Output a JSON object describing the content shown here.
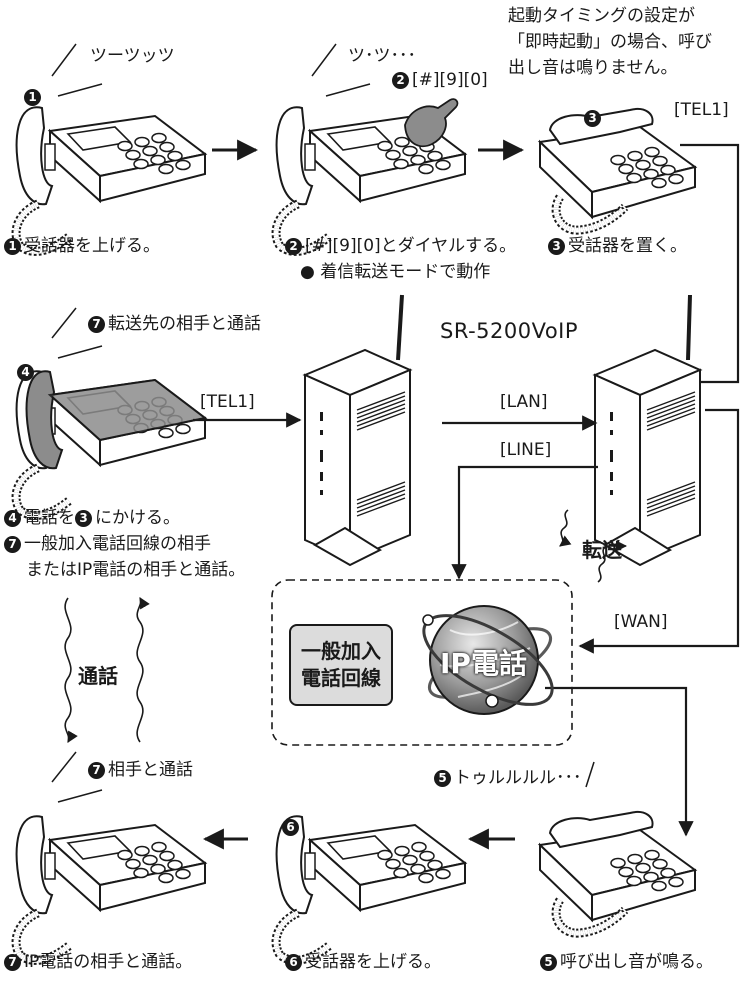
{
  "note": {
    "line1": "起動タイミングの設定が",
    "line2": "「即時起動」の場合、呼び",
    "line3": "出し音は鳴りません。"
  },
  "sounds": {
    "dial_tone": "ツーツッツ",
    "busy_tone": "ツ･ツ･･･",
    "ring": "トゥルルルル･･･"
  },
  "steps": {
    "step2_keys": "[#][9][0]",
    "step1": "受話器を上げる。",
    "step2": "[#][9][0]とダイヤルする。",
    "step2_sub": "● 着信転送モードで動作",
    "step3": "受話器を置く。",
    "step4": "電話を",
    "step4_suffix": "にかける。",
    "step7a_line1": "一般加入電話回線の相手",
    "step7a_line2": "またはIP電話の相手と通話。",
    "step7_transfer": "転送先の相手と通話",
    "step7_talk": "相手と通話",
    "step7_bottom": "IP電話の相手と通話。",
    "step6": "受話器を上げる。",
    "step5": "呼び出し音が鳴る。"
  },
  "labels": {
    "device": "SR-5200VoIP",
    "tel1_top": "[TEL1]",
    "tel1_left": "[TEL1]",
    "lan": "[LAN]",
    "line": "[LINE]",
    "wan": "[WAN]",
    "transfer": "転送",
    "talk": "通話",
    "pstn_line1": "一般加入",
    "pstn_line2": "電話回線",
    "ip_phone": "IP電話"
  },
  "badges": {
    "n1": "1",
    "n2": "2",
    "n3": "3",
    "n4": "4",
    "n5": "5",
    "n6": "6",
    "n7": "7"
  },
  "colors": {
    "ink": "#1a1a1a",
    "phone_gray": "#8c8c8c",
    "pstn_box": "#dcdcdc",
    "globe": "#9a9a9a"
  }
}
